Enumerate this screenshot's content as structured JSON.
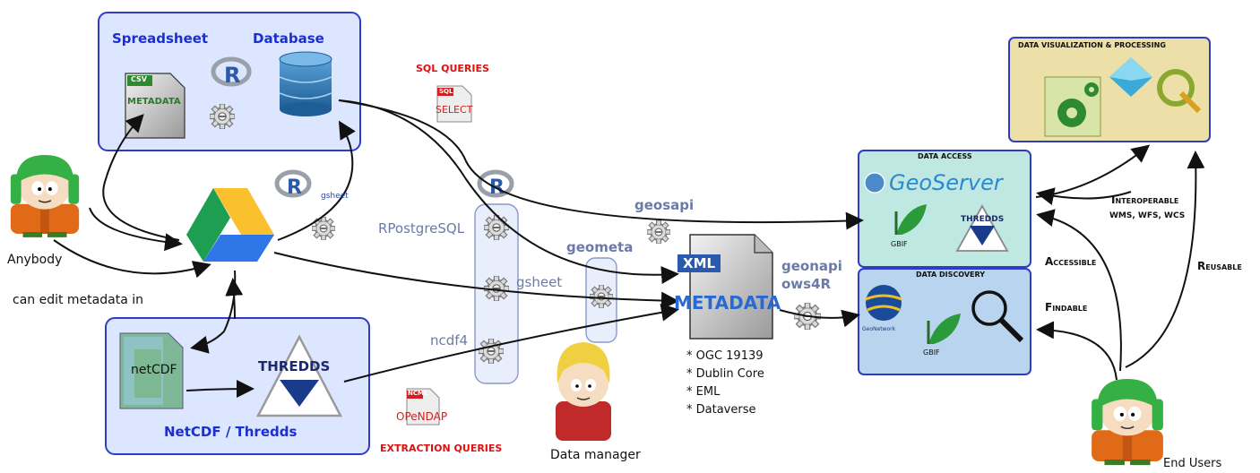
{
  "people": {
    "anybody": "Anybody",
    "edit_caption": "can edit metadata in",
    "data_manager": "Data manager",
    "end_users": "End Users"
  },
  "top_box": {
    "spreadsheet": "Spreadsheet",
    "database": "Database",
    "csv_tag": "CSV",
    "metadata_text": "METADATA"
  },
  "bottom_box": {
    "netcdf": "netCDF",
    "thredds": "THREDDS",
    "caption": "NetCDF / Thredds"
  },
  "queries": {
    "sql": "SQL QUERIES",
    "sql_tag": "SQL",
    "select": "SELECT",
    "extraction": "EXTRACTION QUERIES",
    "ncml_tag": "NCML",
    "opendap": "OPeNDAP"
  },
  "packages": {
    "gsheet_r": "gsheet",
    "rpostgresql": "RPostgreSQL",
    "gsheet": "gsheet",
    "ncdf4": "ncdf4",
    "geosapi": "geosapi",
    "geometa": "geometa",
    "geonapi": "geonapi",
    "ows4r": "ows4R"
  },
  "metadata_doc": {
    "xml": "XML",
    "title": "METADATA",
    "standards": [
      "* OGC 19139",
      "* Dublin Core",
      "* EML",
      "* Dataverse"
    ]
  },
  "data_access": {
    "title": "DATA ACCESS",
    "geoserver": "GeoServer",
    "gbif": "GBIF",
    "thredds": "THREDDS"
  },
  "data_discovery": {
    "title": "DATA DISCOVERY",
    "geonetwork": "GeoNetwork",
    "gbif": "GBIF"
  },
  "data_viz": {
    "title": "DATA VISUALIZATION & PROCESSING"
  },
  "fair": {
    "interoperable": "Interoperable",
    "services": "WMS, WFS, WCS",
    "accessible": "Accessible",
    "findable": "Findable",
    "reusable": "Reusable"
  },
  "colors": {
    "box_border": "#2e3cc8",
    "top_box_fill": "#dde6ff",
    "bottom_box_fill": "#dde6ff",
    "access_fill": "#bfe8e2",
    "discovery_fill": "#b8d4ee",
    "viz_fill": "#ece0a8",
    "label_blue": "#1a2fd0",
    "label_red": "#e01010",
    "package_gray": "#6a7ba8"
  }
}
